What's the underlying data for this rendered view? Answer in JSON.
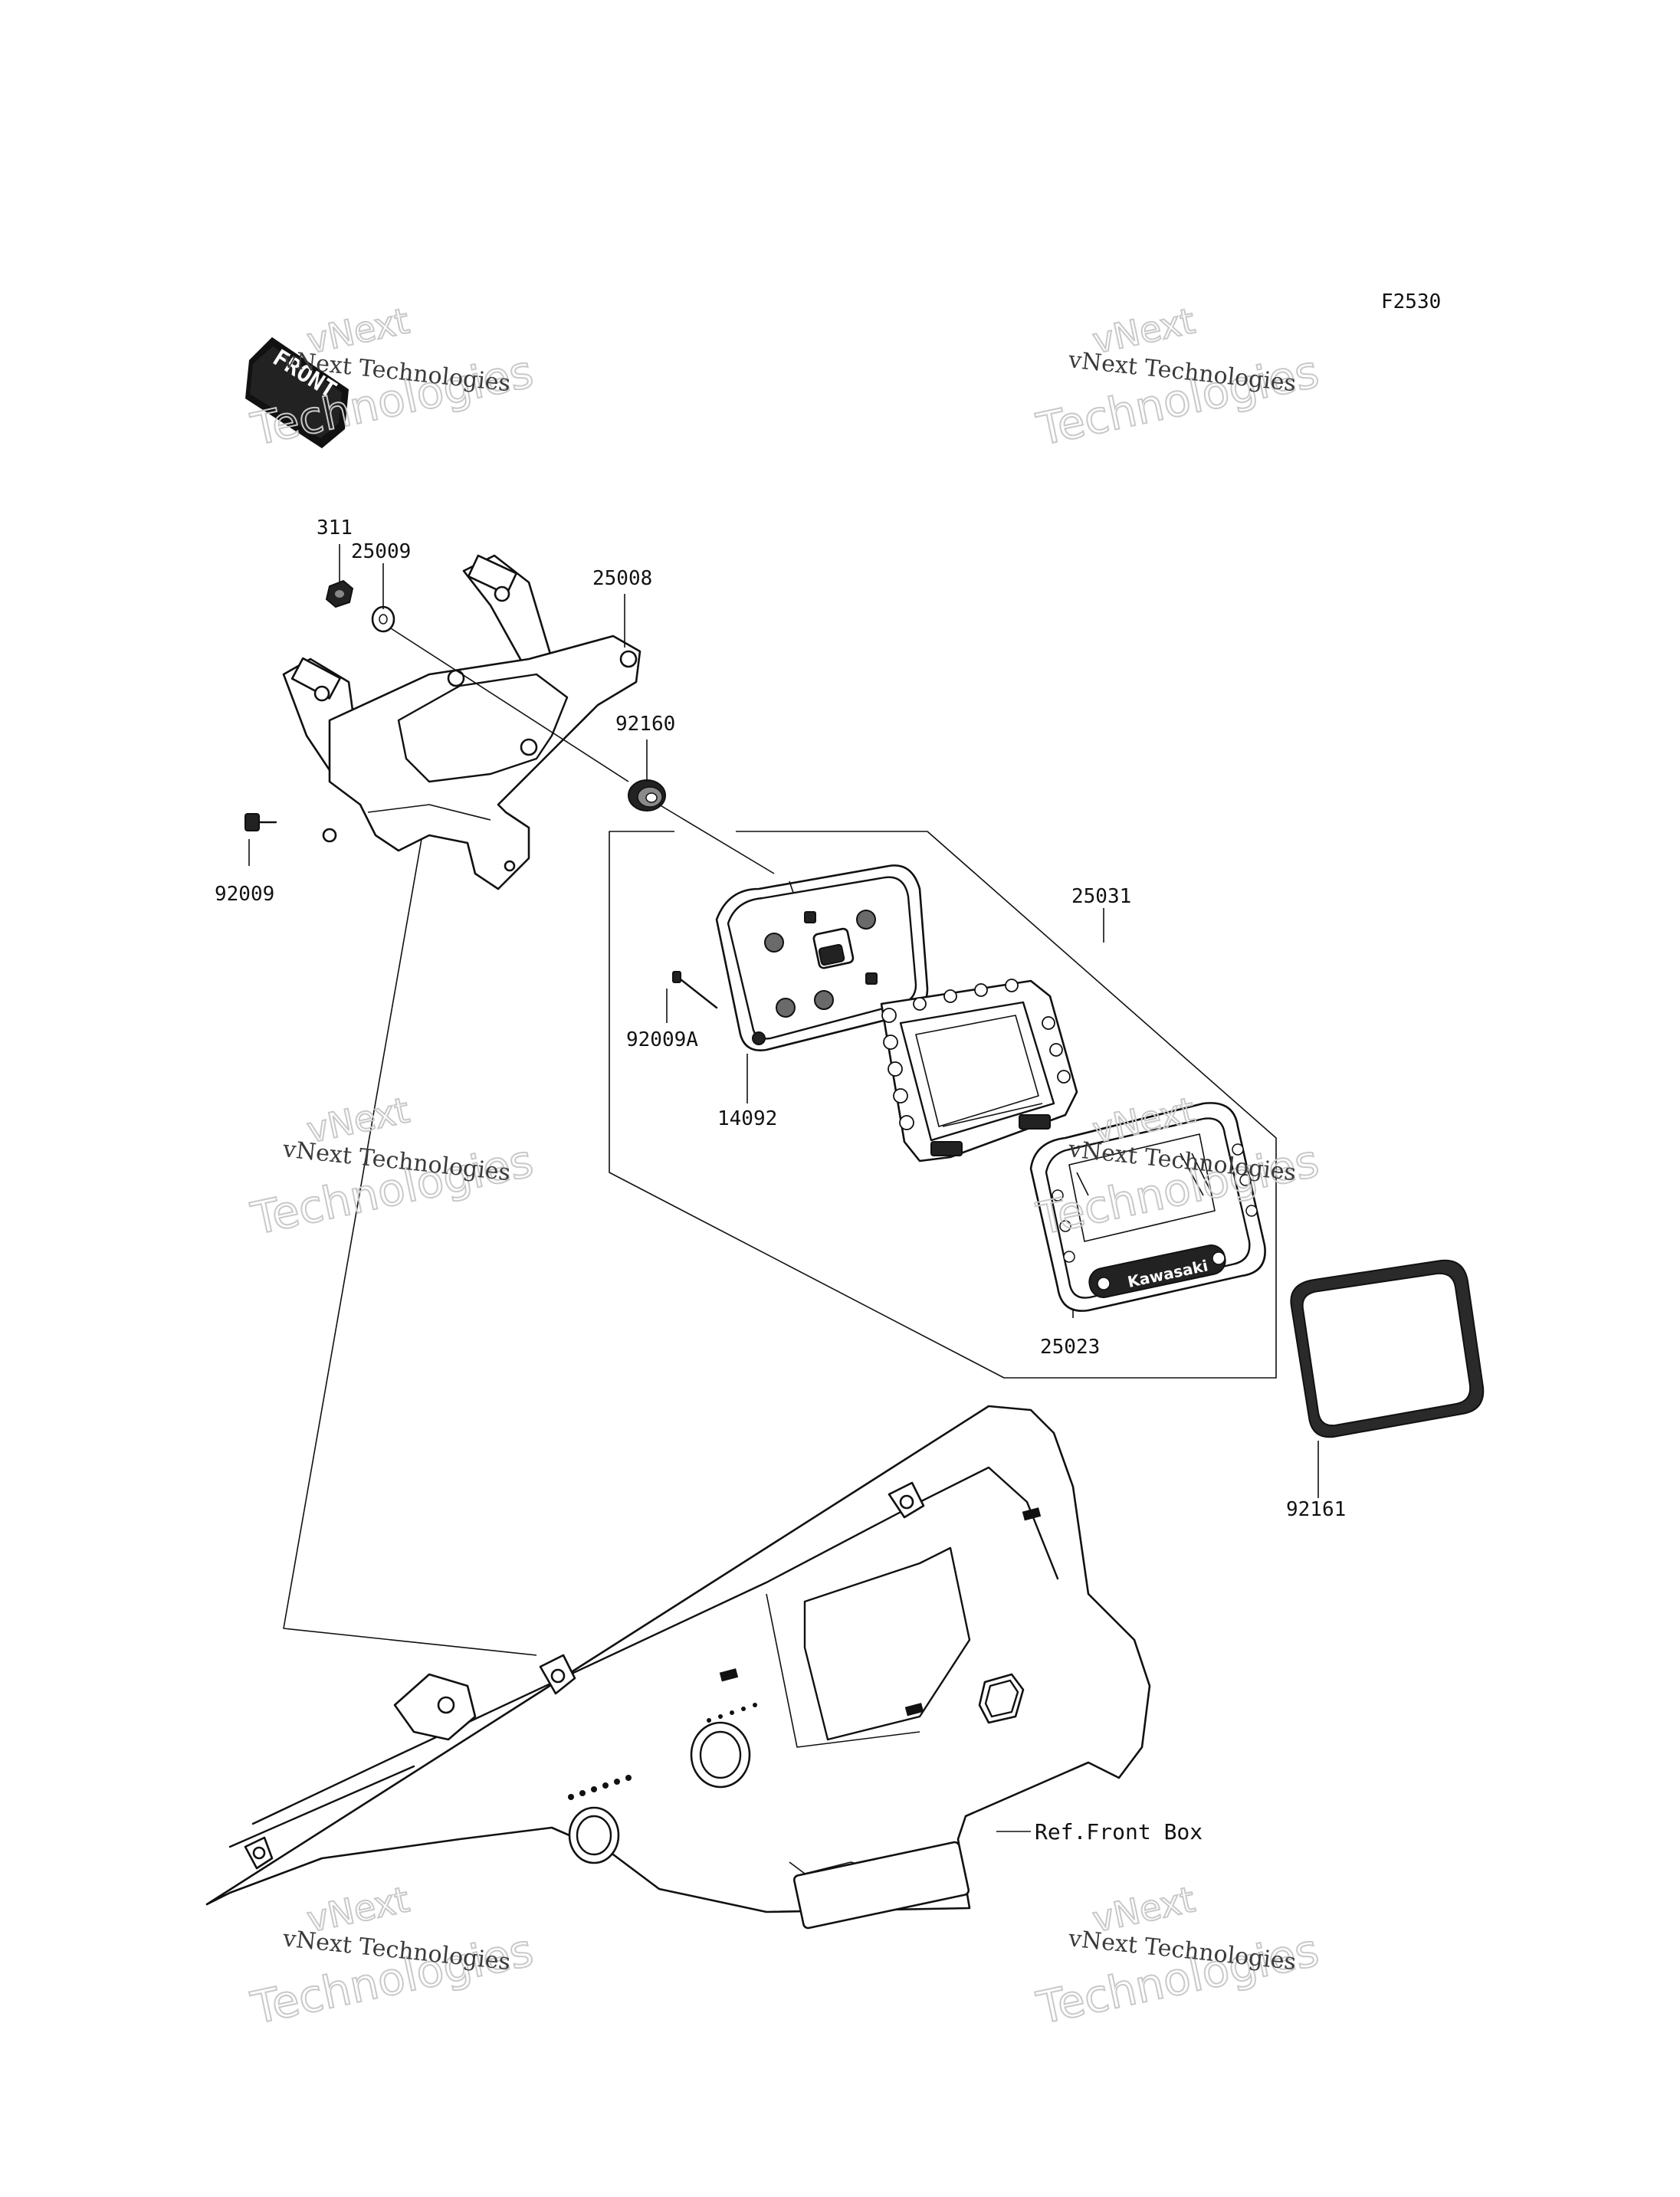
{
  "figure_code": "F2530",
  "front_badge": "FRONT",
  "watermark": {
    "line1": "vNext Technologies",
    "line2": "Technologies",
    "line0": "vNext"
  },
  "parts": [
    {
      "id": "311"
    },
    {
      "id": "25009"
    },
    {
      "id": "25008"
    },
    {
      "id": "92160"
    },
    {
      "id": "92009"
    },
    {
      "id": "25031"
    },
    {
      "id": "92009A"
    },
    {
      "id": "14092"
    },
    {
      "id": "25023"
    },
    {
      "id": "92161"
    }
  ],
  "reference": "Ref.Front Box",
  "brand_on_bezel": "Kawasaki"
}
